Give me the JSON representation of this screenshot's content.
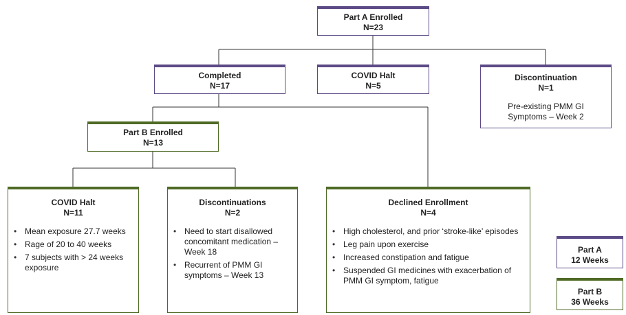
{
  "part_a_enrolled": {
    "title": "Part A Enrolled",
    "n": "N=23"
  },
  "completed": {
    "title": "Completed",
    "n": "N=17"
  },
  "covid_halt_a": {
    "title": "COVID Halt",
    "n": "N=5"
  },
  "discontinuation_a": {
    "title": "Discontinuation",
    "n": "N=1",
    "note_line1": "Pre-existing PMM GI",
    "note_line2": "Symptoms – Week 2"
  },
  "part_b_enrolled": {
    "title": "Part B Enrolled",
    "n": "N=13"
  },
  "covid_halt_b": {
    "title": "COVID Halt",
    "n": "N=11",
    "items": [
      "Mean exposure 27.7 weeks",
      "Rage of 20 to 40 weeks",
      "7 subjects with > 24 weeks exposure"
    ]
  },
  "discontinuations_b": {
    "title": "Discontinuations",
    "n": "N=2",
    "items": [
      "Need to start disallowed concomitant medication – Week 18",
      "Recurrent of PMM GI symptoms – Week 13"
    ]
  },
  "declined_enrollment": {
    "title": "Declined Enrollment",
    "n": "N=4",
    "items": [
      "High cholesterol, and prior ‘stroke-like’ episodes",
      "Leg pain upon exercise",
      "Increased constipation and fatigue",
      "Suspended GI medicines with exacerbation of PMM GI symptom, fatigue"
    ]
  },
  "legend": {
    "part_a": {
      "title": "Part A",
      "duration": "12 Weeks"
    },
    "part_b": {
      "title": "Part B",
      "duration": "36 Weeks"
    }
  },
  "colors": {
    "part_a": "#5b4a86",
    "part_b": "#4e6a25",
    "connector": "#333333"
  }
}
